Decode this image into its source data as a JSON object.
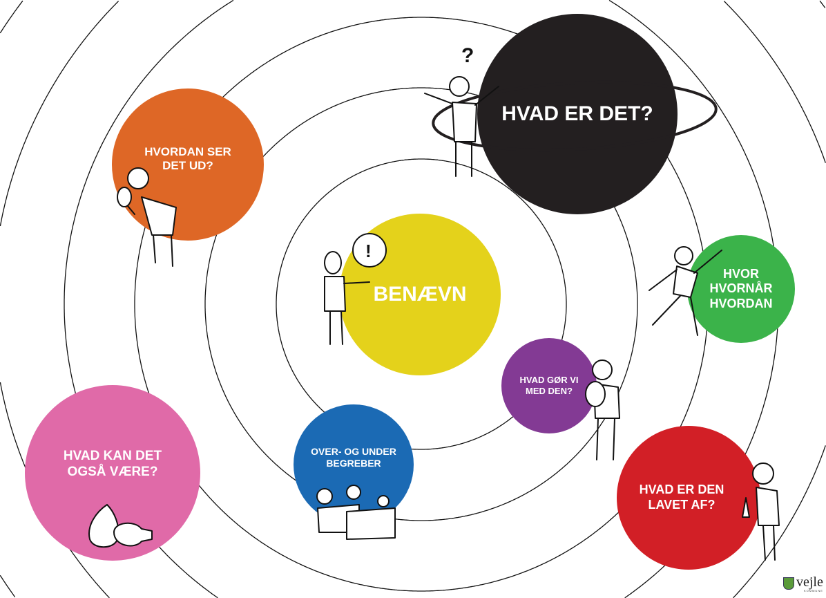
{
  "planets": {
    "center": {
      "label": "BENÆVN",
      "color": "#e4d21b"
    },
    "what": {
      "label": "HVAD ER DET?",
      "color": "#231f20"
    },
    "look": {
      "label": "HVORDAN SER DET UD?",
      "color": "#de6726"
    },
    "where": {
      "label": "HVOR HVORNÅR HVORDAN",
      "color": "#3bb34a"
    },
    "use": {
      "label": "HVAD GØR VI MED DEN?",
      "color": "#833a94"
    },
    "categories": {
      "label": "OVER- OG UNDER BEGREBER",
      "color": "#1b6ab4"
    },
    "also": {
      "label": "HVAD KAN DET OGSÅ VÆRE?",
      "color": "#e06aa8"
    },
    "made": {
      "label": "HVAD ER DEN LAVET AF?",
      "color": "#d21f26"
    }
  },
  "speech": {
    "question": "?",
    "exclaim": "!"
  },
  "logo": {
    "name": "vejle",
    "sub": "KOMMUNE"
  }
}
